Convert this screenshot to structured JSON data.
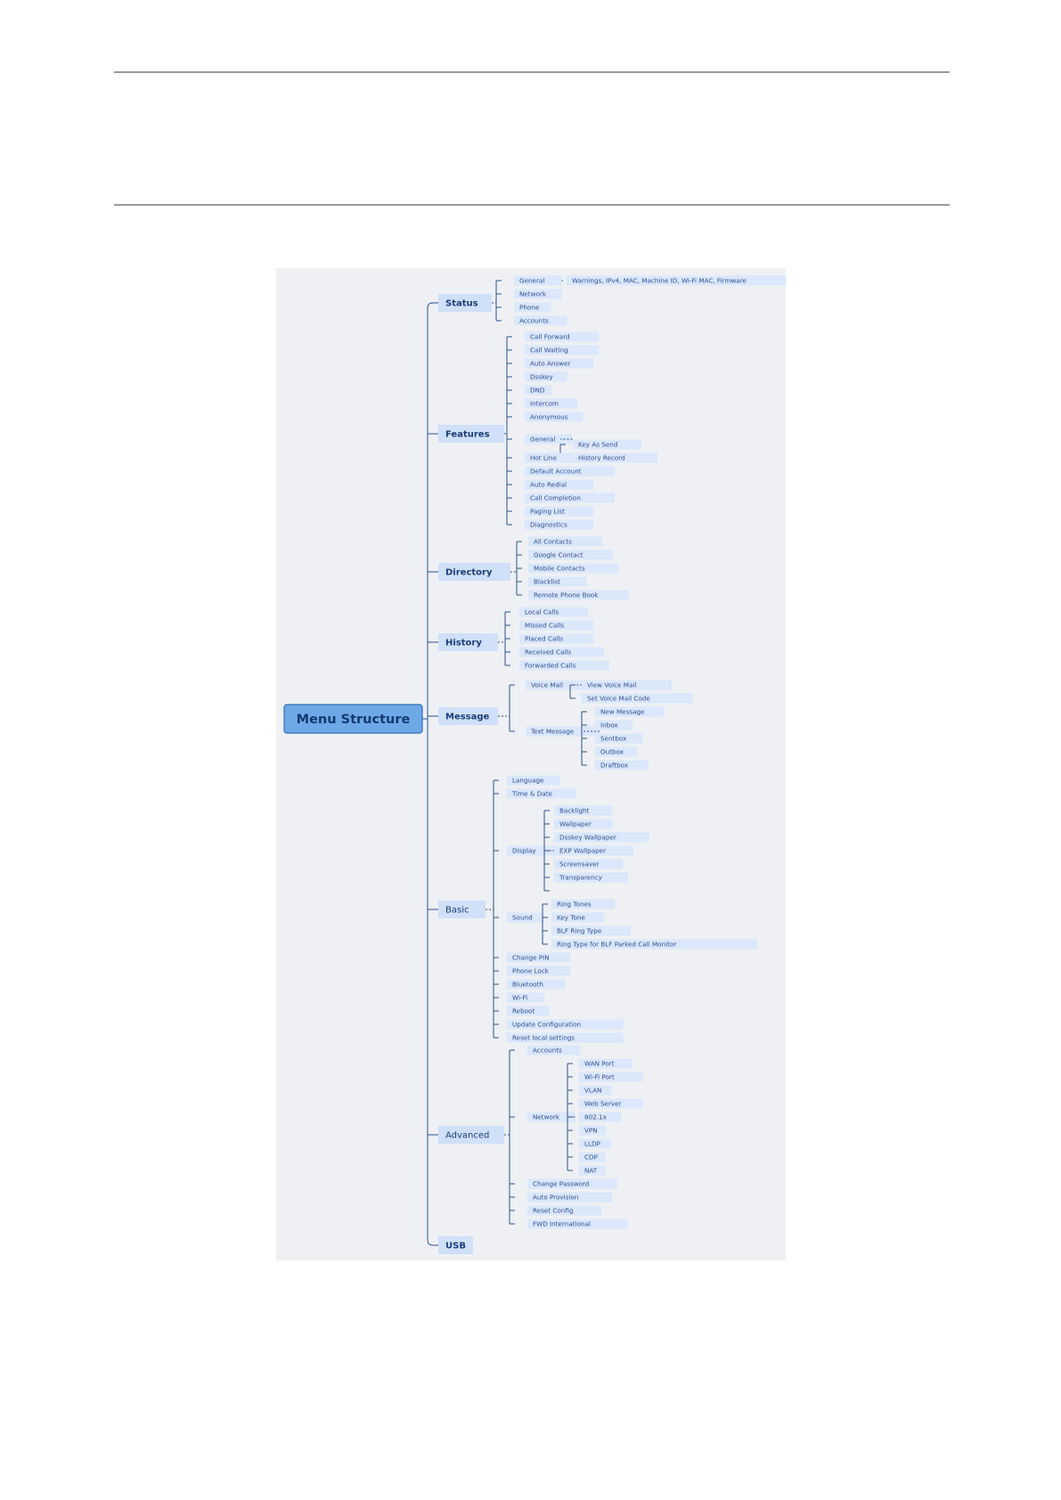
{
  "root": "Menu Structure",
  "categories": [
    {
      "label": "Status",
      "bold": true,
      "children": [
        {
          "label": "General",
          "children": [
            {
              "label": "Warnings, IPv4, MAC, Machine ID, Wi-Fi MAC, Firmware"
            }
          ]
        },
        {
          "label": "Network"
        },
        {
          "label": "Phone"
        },
        {
          "label": "Accounts"
        }
      ]
    },
    {
      "label": "Features",
      "bold": true,
      "children": [
        {
          "label": "Call Forward"
        },
        {
          "label": "Call Waiting"
        },
        {
          "label": "Auto Answer"
        },
        {
          "label": "Dsskey"
        },
        {
          "label": "DND"
        },
        {
          "label": "Intercom"
        },
        {
          "label": "Anonymous"
        },
        {
          "label": "General",
          "children": [
            {
              "label": "Key As Send"
            },
            {
              "label": "History Record"
            }
          ]
        },
        {
          "label": "Hot Line"
        },
        {
          "label": "Default Account"
        },
        {
          "label": "Auto Redial"
        },
        {
          "label": "Call Completion"
        },
        {
          "label": "Paging List"
        },
        {
          "label": "Diagnostics"
        }
      ]
    },
    {
      "label": "Directory",
      "bold": true,
      "children": [
        {
          "label": "All Contacts"
        },
        {
          "label": "Google Contact"
        },
        {
          "label": "Mobile Contacts"
        },
        {
          "label": "Blacklist"
        },
        {
          "label": "Remote Phone Book"
        }
      ]
    },
    {
      "label": "History",
      "bold": true,
      "children": [
        {
          "label": "Local Calls"
        },
        {
          "label": "Missed Calls"
        },
        {
          "label": "Placed Calls"
        },
        {
          "label": "Received Calls"
        },
        {
          "label": "Forwarded Calls"
        }
      ]
    },
    {
      "label": "Message",
      "bold": true,
      "children": [
        {
          "label": "Voice Mail",
          "children": [
            {
              "label": "View Voice Mail"
            },
            {
              "label": "Set Voice Mail Code"
            }
          ]
        },
        {
          "label": "Text Message",
          "children": [
            {
              "label": "New Message"
            },
            {
              "label": "Inbox"
            },
            {
              "label": "Sentbox"
            },
            {
              "label": "Outbox"
            },
            {
              "label": "Draftbox"
            }
          ]
        }
      ]
    },
    {
      "label": "Basic",
      "bold": false,
      "children": [
        {
          "label": "Language"
        },
        {
          "label": "Time & Date"
        },
        {
          "label": "Display",
          "children": [
            {
              "label": "Backlight"
            },
            {
              "label": "Wallpaper"
            },
            {
              "label": "Dsskey Wallpaper"
            },
            {
              "label": "EXP Wallpaper"
            },
            {
              "label": "Screensaver"
            },
            {
              "label": "Transparency"
            }
          ]
        },
        {
          "label": "Sound",
          "children": [
            {
              "label": "Ring Tones"
            },
            {
              "label": "Key Tone"
            },
            {
              "label": "BLF Ring Type"
            },
            {
              "label": "Ring Type for BLF Parked Call Monitor"
            }
          ]
        },
        {
          "label": "Change PIN"
        },
        {
          "label": "Phone Lock"
        },
        {
          "label": "Bluetooth"
        },
        {
          "label": "Wi-Fi"
        },
        {
          "label": "Reboot"
        },
        {
          "label": "Update Configuration"
        },
        {
          "label": "Reset local settings"
        }
      ]
    },
    {
      "label": "Advanced",
      "bold": false,
      "children": [
        {
          "label": "Accounts"
        },
        {
          "label": "Network",
          "children": [
            {
              "label": "WAN Port"
            },
            {
              "label": "Wi-Fi Port"
            },
            {
              "label": "VLAN"
            },
            {
              "label": "Web Server"
            },
            {
              "label": "802.1x"
            },
            {
              "label": "VPN"
            },
            {
              "label": "LLDP"
            },
            {
              "label": "CDP"
            },
            {
              "label": "NAT"
            }
          ]
        },
        {
          "label": "Change Password"
        },
        {
          "label": "Auto Provision"
        },
        {
          "label": "Reset Config"
        },
        {
          "label": "FWD International"
        }
      ]
    },
    {
      "label": "USB",
      "bold": true,
      "children": []
    }
  ]
}
